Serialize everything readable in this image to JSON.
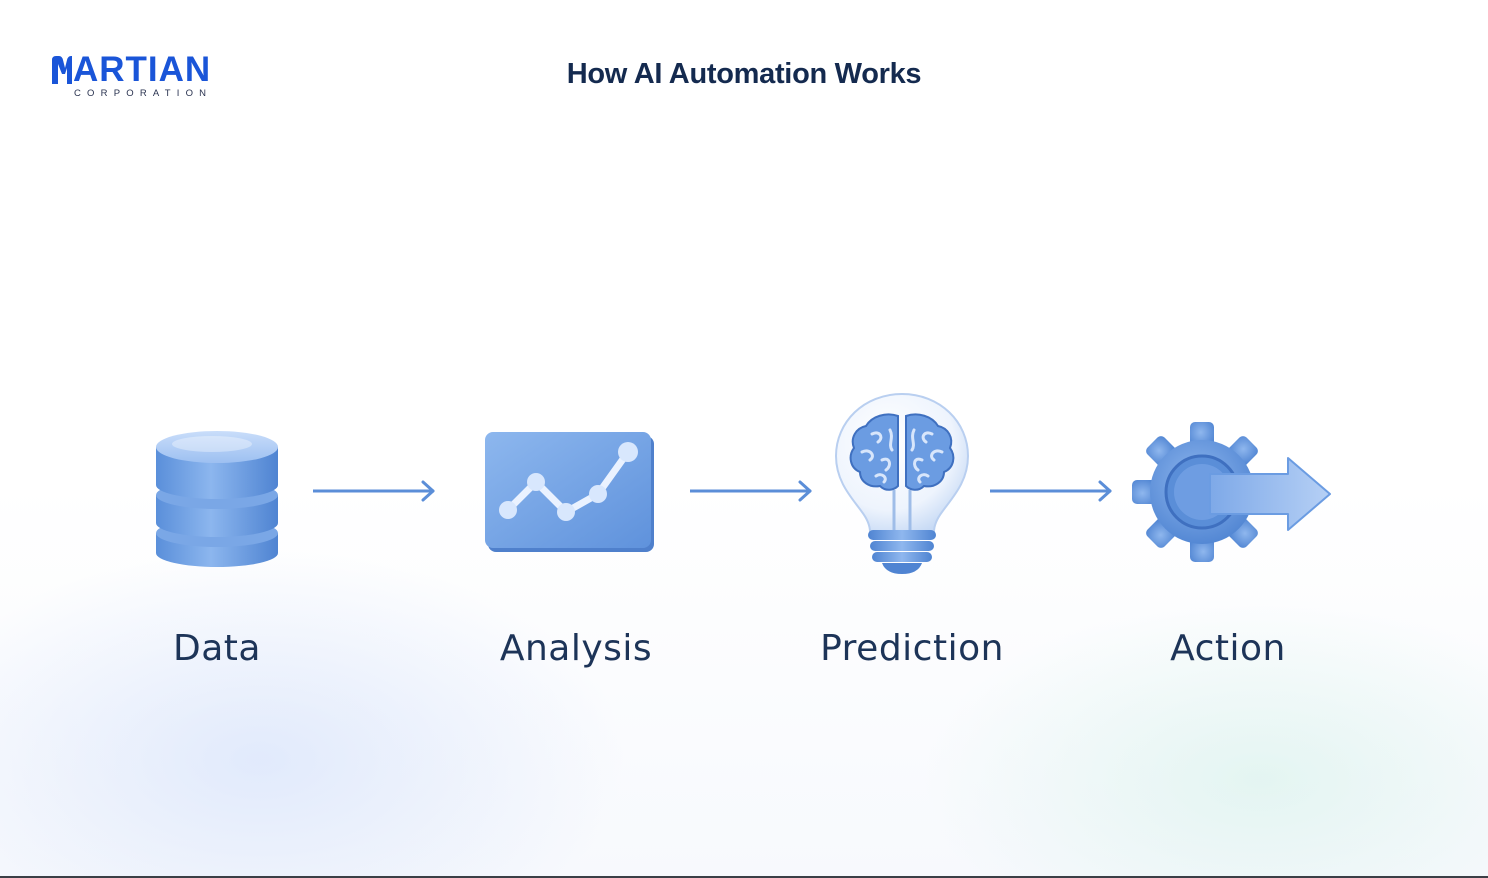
{
  "brand": {
    "name": "ARTIAN",
    "tagline": "CORPORATION",
    "color": "#1a55d8"
  },
  "header": {
    "title": "How AI Automation Works"
  },
  "flow": {
    "steps": [
      {
        "label": "Data",
        "icon": "database-icon"
      },
      {
        "label": "Analysis",
        "icon": "line-chart-icon"
      },
      {
        "label": "Prediction",
        "icon": "lightbulb-brain-icon"
      },
      {
        "label": "Action",
        "icon": "gear-arrow-icon"
      }
    ],
    "connector_icon": "arrow-right-icon",
    "accent_color": "#5b8ed8",
    "label_color": "#1d3458"
  }
}
